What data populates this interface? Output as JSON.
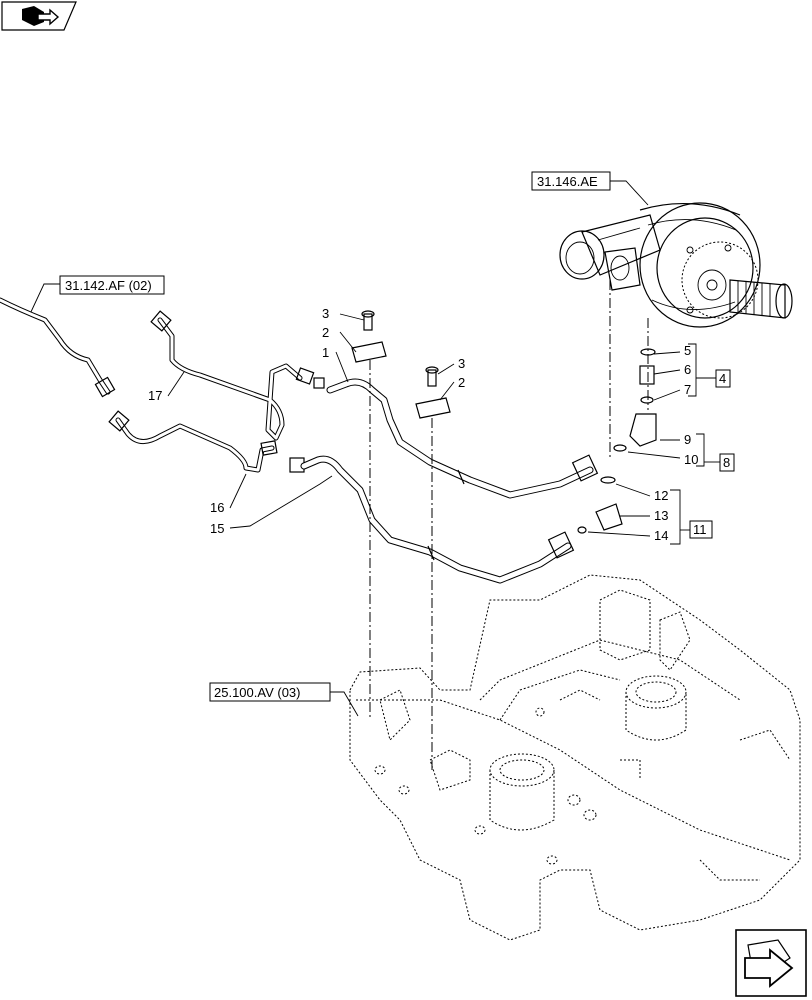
{
  "references": {
    "top_assembly": "31.146.AE",
    "left_tube": "31.142.AF (02)",
    "frame": "25.100.AV (03)"
  },
  "callouts": {
    "c1": "1",
    "c2a": "2",
    "c2b": "2",
    "c3a": "3",
    "c3b": "3",
    "c5": "5",
    "c6": "6",
    "c7": "7",
    "c9": "9",
    "c10": "10",
    "c12": "12",
    "c13": "13",
    "c14": "14",
    "c15": "15",
    "c16": "16",
    "c17": "17"
  },
  "group_boxes": {
    "g4": "4",
    "g8": "8",
    "g11": "11"
  },
  "icons": {
    "top_left": "book-arrow-icon",
    "bottom_right": "next-page-arrow-icon"
  }
}
